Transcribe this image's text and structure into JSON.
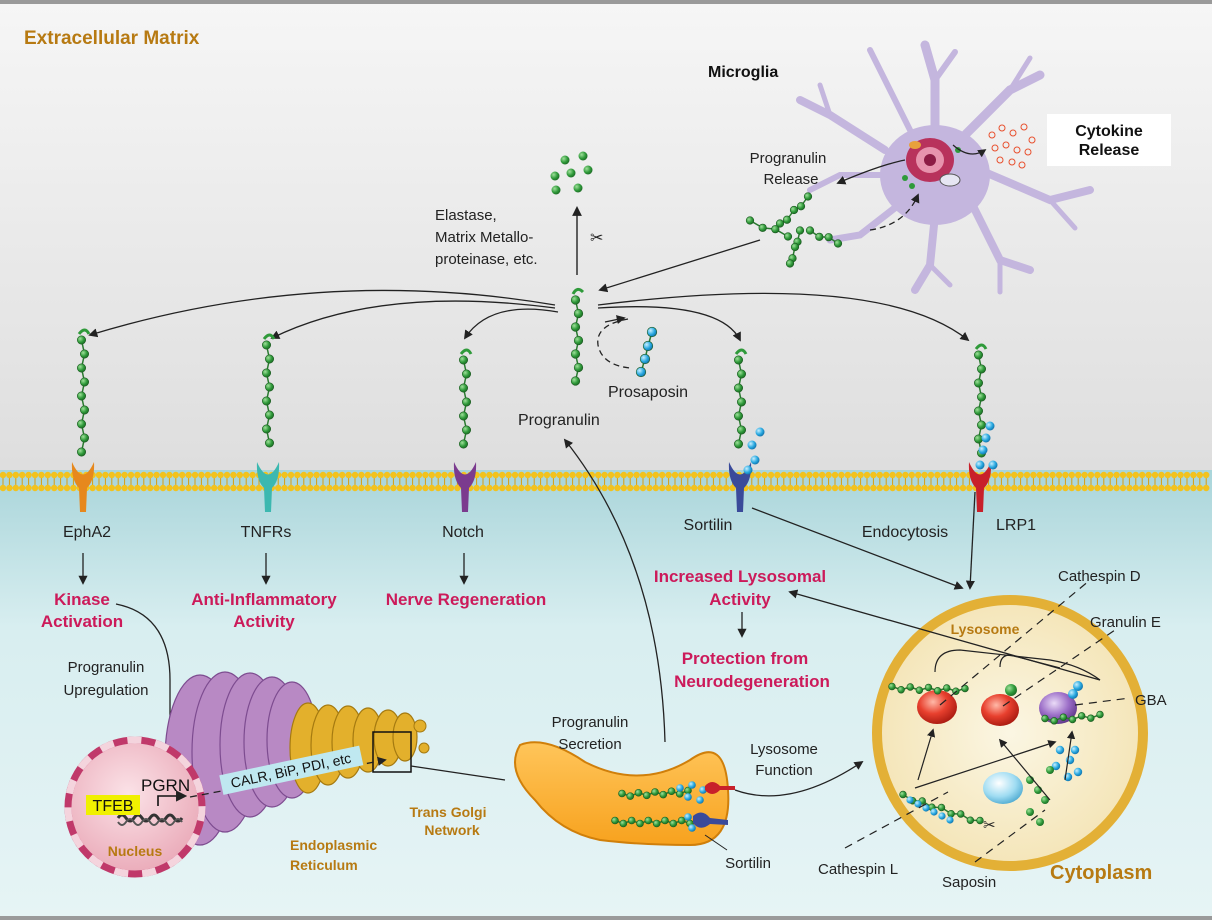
{
  "regions": {
    "extracellular": "Extracellular Matrix",
    "cytoplasm": "Cytoplasm"
  },
  "microglia": {
    "title": "Microglia",
    "cytokine_line1": "Cytokine",
    "cytokine_line2": "Release",
    "release_line1": "Progranulin",
    "release_line2": "Release"
  },
  "cleavage": {
    "line1": "Elastase,",
    "line2": "Matrix Metallo-",
    "line3": "proteinase, etc."
  },
  "center": {
    "progranulin": "Progranulin",
    "prosaposin": "Prosaposin"
  },
  "receptors": {
    "epha2": "EphA2",
    "tnfrs": "TNFRs",
    "notch": "Notch",
    "sortilin": "Sortilin",
    "endocytosis": "Endocytosis",
    "lrp1": "LRP1"
  },
  "outcomes": {
    "kinase1": "Kinase",
    "kinase2": "Activation",
    "antiinf1": "Anti-Inflammatory",
    "antiinf2": "Activity",
    "nerve": "Nerve Regeneration",
    "lyso1": "Increased Lysosomal",
    "lyso2": "Activity",
    "protect1": "Protection from",
    "protect2": "Neurodegeneration"
  },
  "left": {
    "upreg1": "Progranulin",
    "upreg2": "Upregulation",
    "pgrn": "PGRN",
    "tfeb": "TFEB",
    "nucleus": "Nucleus",
    "chaperones": "CALR, BiP, PDI, etc",
    "er1": "Endoplasmic",
    "er2": "Reticulum",
    "golgi1": "Trans Golgi",
    "golgi2": "Network"
  },
  "middle": {
    "secretion1": "Progranulin",
    "secretion2": "Secretion",
    "lysofunc1": "Lysosome",
    "lysofunc2": "Function",
    "sortilin_bottom": "Sortilin"
  },
  "lysosome": {
    "title": "Lysosome",
    "cathepsin_d": "Cathespin D",
    "granulin_e": "Granulin E",
    "gba": "GBA",
    "cathepsin_l": "Cathespin L",
    "saposin": "Saposin"
  },
  "colors": {
    "accent_red": "#cc1a5a",
    "label_gold": "#b77a12",
    "pgrn_green": "#2f9a3a",
    "prosaposin_blue": "#27a8e0",
    "membrane": "#f2c21d",
    "cytoplasm_bg": "#cde7ea",
    "ecm_bg": "#ebebeb",
    "microglia_purple": "#c4b6de"
  }
}
